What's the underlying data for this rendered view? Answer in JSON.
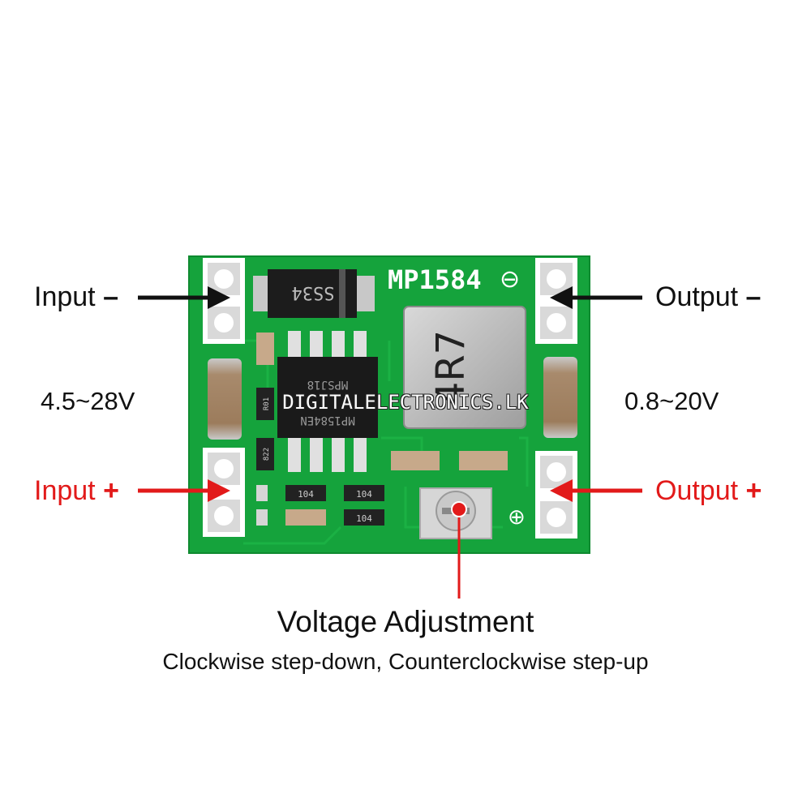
{
  "board": {
    "chip_label": "MP1584",
    "diode_label": "SS34",
    "inductor_label": "4R7",
    "ic_label_1": "MPSJ18",
    "ic_label_2": "MP1584EN",
    "resistor_labels": [
      "R01",
      "822",
      "104",
      "104",
      "104"
    ],
    "minus_symbol": "⊖",
    "plus_symbol": "⊕",
    "colors": {
      "pcb": "#15a33c",
      "arrow_black": "#111111",
      "arrow_red": "#e21a1a"
    }
  },
  "labels": {
    "input_minus": {
      "text": "Input",
      "sign": "–"
    },
    "output_minus": {
      "text": "Output",
      "sign": "–"
    },
    "input_plus": {
      "text": "Input",
      "sign": "+"
    },
    "output_plus": {
      "text": "Output",
      "sign": "+"
    },
    "input_range": "4.5~28V",
    "output_range": "0.8~20V",
    "voltage_adjustment": "Voltage Adjustment",
    "adjustment_note": "Clockwise step-down, Counterclockwise step-up"
  },
  "watermark": "DIGITALELECTRONICS.LK"
}
